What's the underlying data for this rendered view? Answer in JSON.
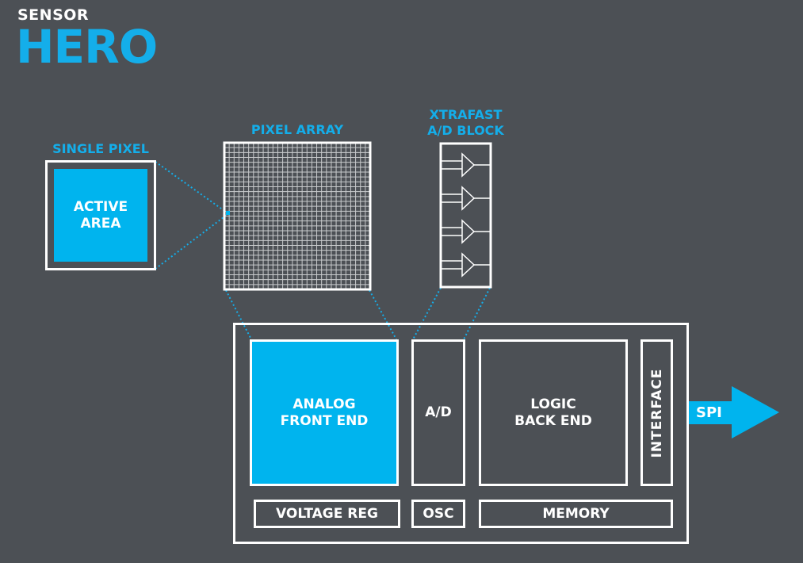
{
  "title": {
    "line1": "SENSOR",
    "line2": "HERO"
  },
  "colors": {
    "accent": "#00b4ee",
    "background": "#4c5055",
    "stroke": "#ffffff"
  },
  "single_pixel": {
    "label": "SINGLE PIXEL",
    "active_area": "ACTIVE\nAREA"
  },
  "pixel_array": {
    "label": "PIXEL ARRAY"
  },
  "ad_block": {
    "label": "XTRAFAST\nA/D BLOCK",
    "amplifier_count": 4
  },
  "chip": {
    "analog_front_end": "ANALOG\nFRONT END",
    "ad": "A/D",
    "logic_back_end": "LOGIC\nBACK END",
    "interface": "INTERFACE",
    "voltage_reg": "VOLTAGE REG",
    "osc": "OSC",
    "memory": "MEMORY"
  },
  "output": {
    "label": "SPI"
  }
}
